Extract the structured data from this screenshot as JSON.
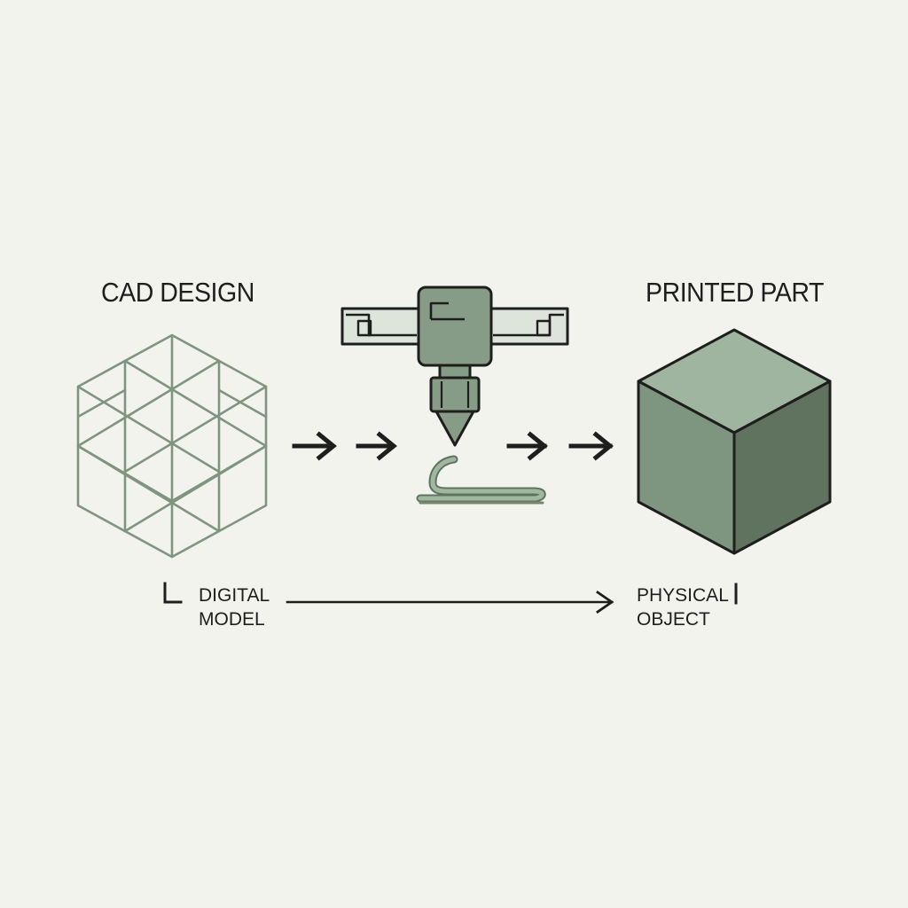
{
  "diagram": {
    "left_title": "CAD DESIGN",
    "right_title": "PRINTED PART",
    "left_caption": [
      "DIGITAL",
      "MODEL"
    ],
    "right_caption": [
      "PHYSICAL",
      "OBJECT"
    ]
  },
  "colors": {
    "background": "#f3f3ee",
    "wireframe": "#7f9580",
    "printer_fill": "#869c86",
    "cube_top": "#9fb59f",
    "cube_left": "#7e957f",
    "cube_right": "#5f735f",
    "filament": "#8aa68a",
    "ink": "#1e1e1e"
  },
  "icons": [
    "wireframe-hexagon-icon",
    "extruder-printer-icon",
    "solid-cube-icon",
    "arrow-right-icon"
  ]
}
